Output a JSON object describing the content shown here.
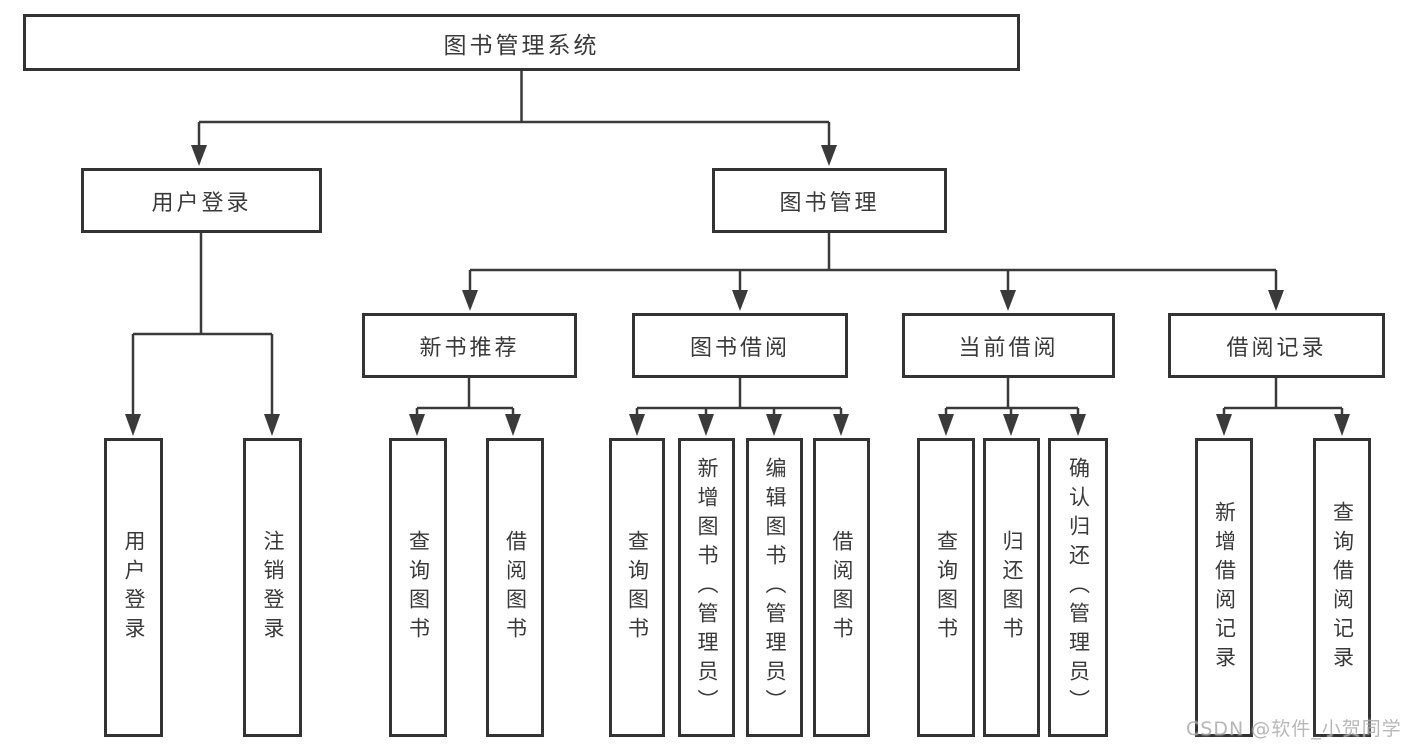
{
  "colors": {
    "line": "#3a3a3a",
    "border": "#333333",
    "text": "#3a3a3a",
    "background": "#ffffff",
    "watermark": "#ababab"
  },
  "watermark": {
    "text": "CSDN @软件_小贺同学"
  },
  "tree": {
    "label": "图书管理系统",
    "children": [
      {
        "label": "用户登录",
        "children": [
          {
            "label": "用户登录"
          },
          {
            "label": "注销登录"
          }
        ]
      },
      {
        "label": "图书管理",
        "children": [
          {
            "label": "新书推荐",
            "children": [
              {
                "label": "查询图书"
              },
              {
                "label": "借阅图书"
              }
            ]
          },
          {
            "label": "图书借阅",
            "children": [
              {
                "label": "查询图书"
              },
              {
                "label": "新增图书（管理员）"
              },
              {
                "label": "编辑图书（管理员）"
              },
              {
                "label": "借阅图书"
              }
            ]
          },
          {
            "label": "当前借阅",
            "children": [
              {
                "label": "查询图书"
              },
              {
                "label": "归还图书"
              },
              {
                "label": "确认归还（管理员）"
              }
            ]
          },
          {
            "label": "借阅记录",
            "children": [
              {
                "label": "新增借阅记录"
              },
              {
                "label": "查询借阅记录"
              }
            ]
          }
        ]
      }
    ]
  }
}
